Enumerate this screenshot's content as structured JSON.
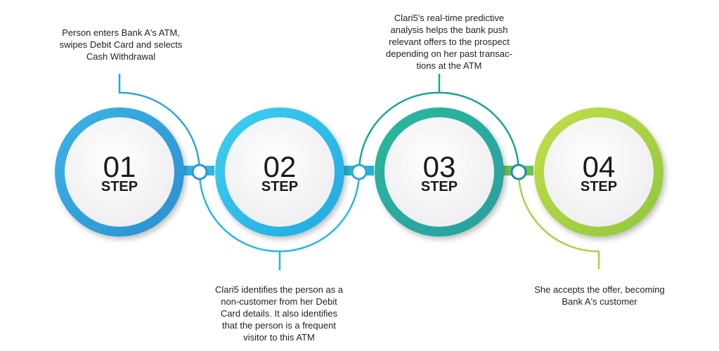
{
  "steps": [
    {
      "number": "01",
      "label": "STEP",
      "color": "#2d9fd8",
      "caption": "Person enters Bank A's ATM, swipes Debit Card and selects Cash Withdrawal"
    },
    {
      "number": "02",
      "label": "STEP",
      "color": "#2ec3ec",
      "caption": "Clari5 identifies the person as a non-customer from her Debit Card details. It also identifies that the person is a frequent visitor to this ATM"
    },
    {
      "number": "03",
      "label": "STEP",
      "color": "#1aa68e",
      "caption": "Clari5's real-time predictive analysis helps the bank push relevant offers to the prospect depending on her past transac- tions at the ATM"
    },
    {
      "number": "04",
      "label": "STEP",
      "color": "#a6d23f",
      "caption": "She accepts the offer, becoming Bank A's customer"
    }
  ],
  "colors": {
    "connector_1_2": "#2fb6e6",
    "connector_2_3": "#25b4cf",
    "connector_3_4": "#6cc35a",
    "circle_fill": "#f6f6f7"
  }
}
